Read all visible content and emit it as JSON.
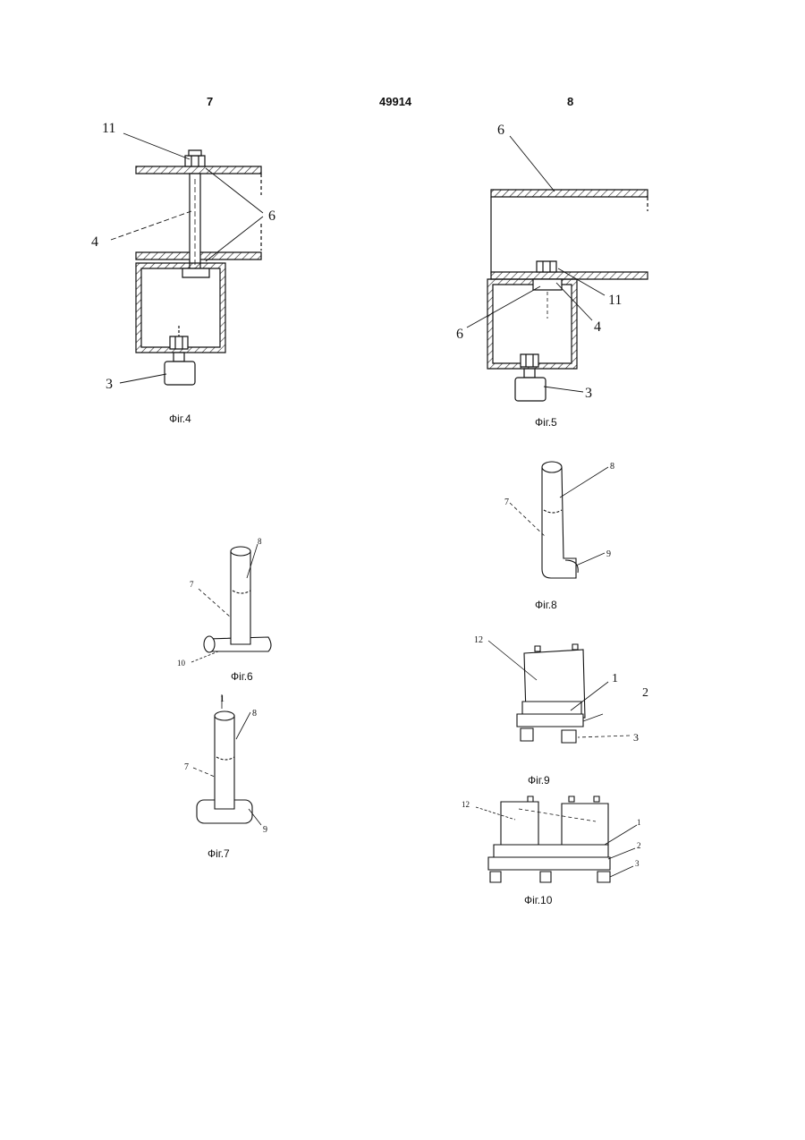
{
  "header": {
    "page_left": "7",
    "patent_number": "49914",
    "page_right": "8"
  },
  "figures": {
    "fig4": {
      "caption": "Фіг.4",
      "labels": {
        "nut": "11",
        "rod": "4",
        "sheet": "6",
        "foot": "3"
      }
    },
    "fig5": {
      "caption": "Фіг.5",
      "labels": {
        "sheet": "6",
        "nut": "11",
        "plate": "6",
        "rod": "4",
        "foot": "3"
      }
    },
    "fig6": {
      "caption": "Фіг.6",
      "labels": {
        "tube": "8",
        "stem": "7",
        "base": "10"
      }
    },
    "fig7": {
      "caption": "Фіг.7",
      "labels": {
        "axis": "1",
        "tube": "8",
        "stem": "7",
        "base": "9"
      }
    },
    "fig8": {
      "caption": "Фіг.8",
      "labels": {
        "tube": "8",
        "stem": "7",
        "bend": "9"
      }
    },
    "fig9": {
      "caption": "Фіг.9",
      "labels": {
        "container": "12",
        "frame": "1",
        "platform": "2",
        "foot": "3"
      }
    },
    "fig10": {
      "caption": "Фіг.10",
      "labels": {
        "container": "12",
        "frame": "1",
        "platform": "2",
        "foot": "3"
      }
    }
  }
}
